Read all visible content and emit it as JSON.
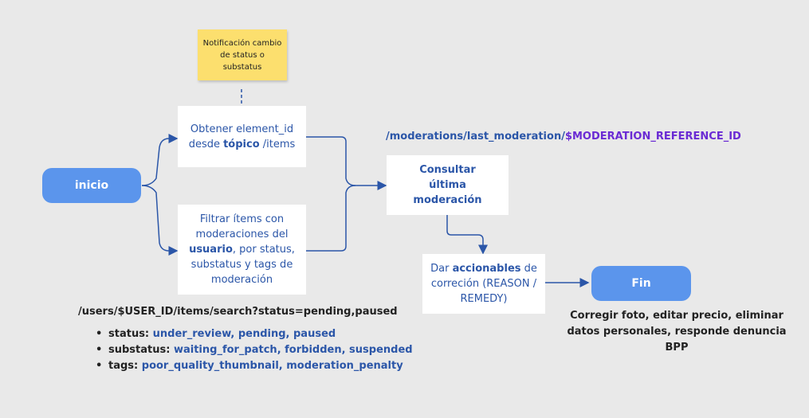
{
  "nodes": {
    "inicio": "inicio",
    "fin": "Fin",
    "sticky_note": "Notificación cambio de status o substatus",
    "obtener": {
      "line1": "Obtener element_id",
      "line2_pre": "desde ",
      "line2_bold": "tópico",
      "line2_post": " /items"
    },
    "filtrar": {
      "line1": "Filtrar ítems con",
      "line2": "moderaciones del",
      "line3_bold": "usuario",
      "line3_post": ", por status,",
      "line4": "substatus y tags de",
      "line5": "moderación"
    },
    "consultar": {
      "line1": "Consultar",
      "line2": "última moderación"
    },
    "accionables": {
      "line1_pre": "Dar ",
      "line1_bold": "accionables",
      "line1_post": " de",
      "line2": "correción (REASON /",
      "line3": "REMEDY)"
    }
  },
  "api": {
    "moderation_path": "/moderations/last_moderation/",
    "moderation_param": "$MODERATION_REFERENCE_ID",
    "search_path": "/users/$USER_ID/items/search?status=pending,paused"
  },
  "filters": [
    {
      "key": "status:",
      "value": "under_review, pending, paused"
    },
    {
      "key": "substatus:",
      "value": "waiting_for_patch, forbidden, suspended"
    },
    {
      "key": "tags:",
      "value": "poor_quality_thumbnail, moderation_penalty"
    }
  ],
  "fin_note": {
    "line1": "Corregir foto, editar precio, eliminar",
    "line2": "datos personales, responde denuncia",
    "line3": "BPP"
  },
  "colors": {
    "background": "#e9e9e9",
    "pill": "#5b95ec",
    "text_blue": "#2b56a8",
    "param_purple": "#6a2bd4",
    "sticky": "#fcdf6e",
    "connector": "#2b56a8"
  }
}
